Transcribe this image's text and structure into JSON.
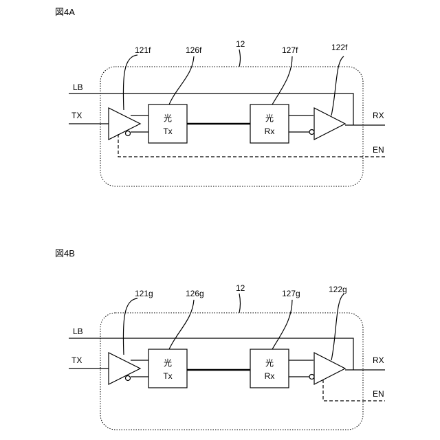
{
  "figures": [
    {
      "title": "図4A",
      "module_label": "12",
      "amp_tx_label": "121f",
      "opt_tx_label": "126f",
      "opt_rx_label": "127f",
      "amp_rx_label": "122f",
      "opt_tx_box": {
        "line1": "光",
        "line2": "Tx"
      },
      "opt_rx_box": {
        "line1": "光",
        "line2": "Rx"
      },
      "signals": {
        "lb": "LB",
        "tx": "TX",
        "rx": "RX",
        "en": "EN"
      }
    },
    {
      "title": "図4B",
      "module_label": "12",
      "amp_tx_label": "121g",
      "opt_tx_label": "126g",
      "opt_rx_label": "127g",
      "amp_rx_label": "122g",
      "opt_tx_box": {
        "line1": "光",
        "line2": "Tx"
      },
      "opt_rx_box": {
        "line1": "光",
        "line2": "Rx"
      },
      "signals": {
        "lb": "LB",
        "tx": "TX",
        "rx": "RX",
        "en": "EN"
      }
    }
  ]
}
